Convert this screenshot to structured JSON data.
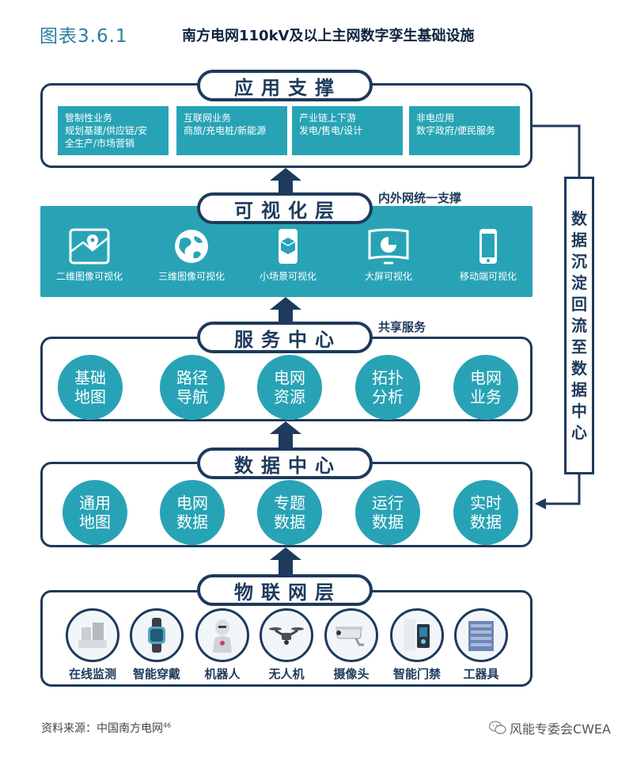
{
  "header": {
    "fig_label": "图表3.6.1",
    "title": "南方电网110kV及以上主网数字孪生基础设施"
  },
  "layers": {
    "application": {
      "title": "应用支撑",
      "boxes": [
        {
          "lines": [
            "管制性业务",
            "规划基建/供应链/安",
            "全生产/市场营销"
          ]
        },
        {
          "lines": [
            "互联网业务",
            "商旅/充电桩/新能源"
          ]
        },
        {
          "lines": [
            "产业链上下游",
            "发电/售电/设计"
          ]
        },
        {
          "lines": [
            "非电应用",
            "数字政府/便民服务"
          ]
        }
      ]
    },
    "visual": {
      "title": "可视化层",
      "side_label": "内外网统一支撑",
      "items": [
        {
          "label": "二维图像可视化",
          "icon": "map-pin-icon"
        },
        {
          "label": "三维图像可视化",
          "icon": "globe-icon"
        },
        {
          "label": "小场景可视化",
          "icon": "phone-cube-icon"
        },
        {
          "label": "大屏可视化",
          "icon": "big-screen-chart-icon"
        },
        {
          "label": "移动端可视化",
          "icon": "mobile-phone-icon"
        }
      ]
    },
    "service": {
      "title": "服务中心",
      "side_label": "共享服务",
      "items": [
        [
          "基础",
          "地图"
        ],
        [
          "路径",
          "导航"
        ],
        [
          "电网",
          "资源"
        ],
        [
          "拓扑",
          "分析"
        ],
        [
          "电网",
          "业务"
        ]
      ]
    },
    "data": {
      "title": "数据中心",
      "items": [
        [
          "通用",
          "地图"
        ],
        [
          "电网",
          "数据"
        ],
        [
          "专题",
          "数据"
        ],
        [
          "运行",
          "数据"
        ],
        [
          "实时",
          "数据"
        ]
      ]
    },
    "iot": {
      "title": "物联网层",
      "items": [
        {
          "label": "在线监测",
          "icon": "monitoring-equipment-icon"
        },
        {
          "label": "智能穿戴",
          "icon": "smart-watch-icon"
        },
        {
          "label": "机器人",
          "icon": "robot-icon"
        },
        {
          "label": "无人机",
          "icon": "drone-icon"
        },
        {
          "label": "摄像头",
          "icon": "camera-icon"
        },
        {
          "label": "智能门禁",
          "icon": "access-control-icon"
        },
        {
          "label": "工器具",
          "icon": "tools-icon"
        }
      ]
    }
  },
  "side_flow": {
    "chars": [
      "数",
      "据",
      "沉",
      "淀",
      "回",
      "流",
      "至",
      "数",
      "据",
      "中",
      "心"
    ]
  },
  "footer": {
    "source": "资料来源：中国南方电网",
    "note": "46"
  },
  "watermark": {
    "text": "风能专委会CWEA"
  },
  "colors": {
    "navy": "#1e3a5c",
    "teal": "#28a3b6",
    "label_blue": "#2a7ea1"
  }
}
